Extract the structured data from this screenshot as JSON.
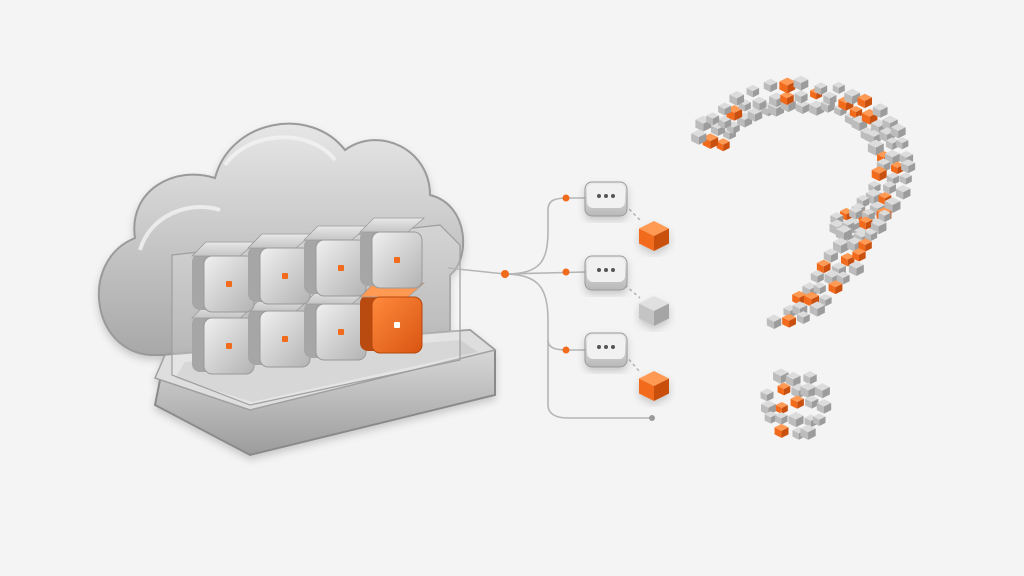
{
  "colors": {
    "background": "#f4f4f4",
    "accent": "#f26a1b",
    "accent_dark": "#c9500f",
    "cube_light": "#d6d6d6",
    "cube_mid": "#b9b9b9",
    "cube_dark": "#8d8d8d",
    "cloud_light": "#dcdcdc",
    "cloud_dark": "#a9a9a9",
    "line": "#b5b5b5"
  },
  "icons": {
    "cloud": "cloud-icon",
    "server_rack": "storage-blocks-icon",
    "chat_bubble": "chat-bubble-icon",
    "cube": "cube-icon",
    "question_mark": "question-mark-icon"
  },
  "illustration": {
    "storage_blocks": {
      "rows": 2,
      "columns": 4,
      "highlighted_block": "row 2, column 4"
    },
    "chat_nodes": 3,
    "output_cubes": [
      {
        "state": "accent"
      },
      {
        "state": "neutral"
      },
      {
        "state": "accent"
      }
    ]
  }
}
